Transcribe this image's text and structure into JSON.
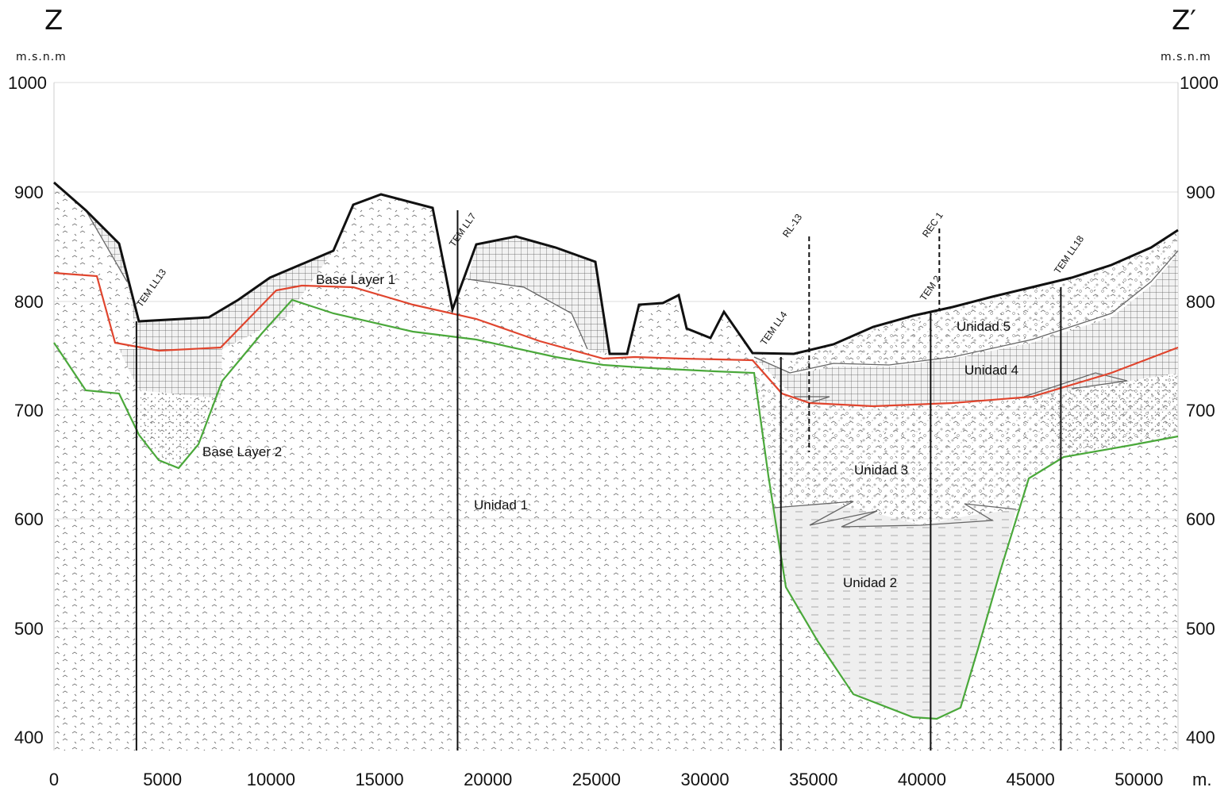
{
  "header": {
    "left_title": "Z",
    "right_title": "Z′",
    "left_unit": "m.s.n.m",
    "right_unit": "m.s.n.m",
    "x_unit": "m."
  },
  "axes": {
    "y_ticks": [
      "1000",
      "900",
      "800",
      "700",
      "600",
      "500",
      "400"
    ],
    "x_ticks": [
      "0",
      "5000",
      "10000",
      "15000",
      "20000",
      "25000",
      "30000",
      "35000",
      "40000",
      "45000",
      "50000"
    ],
    "y_range": [
      400,
      1000
    ],
    "x_range": [
      0,
      52000
    ]
  },
  "wells": [
    {
      "label": "TEM LL13",
      "x": 3800
    },
    {
      "label": "TEM LL7",
      "x": 18600
    },
    {
      "label": "TEM LL4",
      "x": 33500
    },
    {
      "label": "RL-13",
      "x": 34800
    },
    {
      "label": "TEM 2",
      "x": 40400
    },
    {
      "label": "REC 1",
      "x": 40800
    },
    {
      "label": "TEM LL18",
      "x": 46400
    }
  ],
  "labels": {
    "base_layer_1": "Base Layer 1",
    "base_layer_2": "Base Layer 2",
    "unidad_1": "Unidad 1",
    "unidad_2": "Unidad 2",
    "unidad_3": "Unidad 3",
    "unidad_4": "Unidad 4",
    "unidad_5": "Unidad 5"
  },
  "colors": {
    "base_layer_1": "#e0452e",
    "base_layer_2": "#4aa83a",
    "surface": "#111111",
    "gridline": "#d8d8d8"
  }
}
